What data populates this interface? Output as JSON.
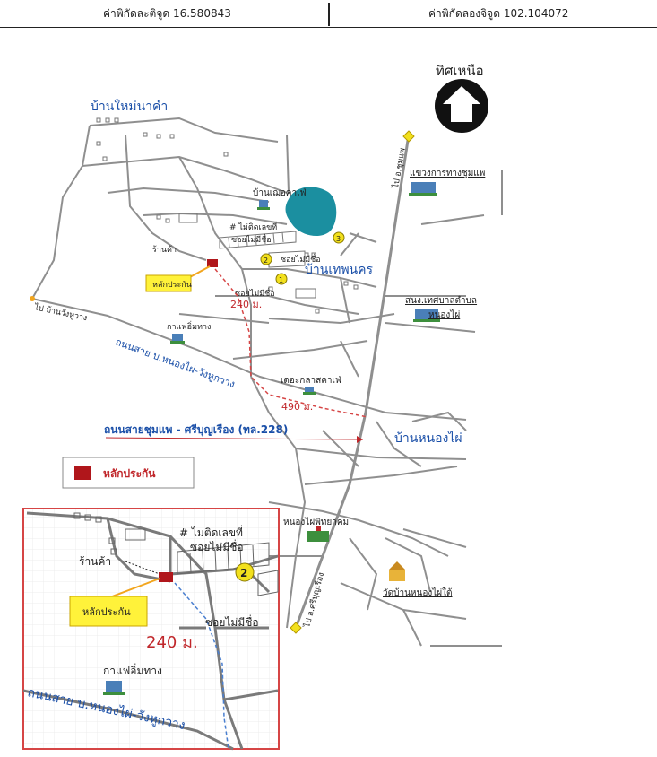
{
  "header": {
    "latitude": "ค่าพิกัดละติจูด 16.580843",
    "longitude": "ค่าพิกัดลองจิจูด 102.104072"
  },
  "map": {
    "north_label": "ทิศเหนือ",
    "villages": {
      "ban_mai_na_kham": "บ้านใหม่นาคำ",
      "ban_thep_nakhon": "บ้านเทพนคร",
      "ban_nong_phai": "บ้านหนองไผ่"
    },
    "places": {
      "ban_moei_cafe": "บ้านเฌอคาเฟ่",
      "highway_office": "แขวงการทางชุมแพ",
      "sao_office": "สนง.เทศบาลตำบล",
      "sao_office_2": "หนองไผ่",
      "dekor_cafe": "เดอะกลาสคาเฟ่",
      "cafe_im_thang": "กาแฟอิ่มทาง",
      "shop": "ร้านค้า",
      "school": "หนองไผ่พิทยาคม",
      "temple": "วัดบ้านหนองไผ่ใต้",
      "no_house_number": "# ไม่ติดเลขที่",
      "unnamed_soi": "ซอยไม่มีชื่อ"
    },
    "roads": {
      "to_chumphae_top": "ไป อ.ชุมแพ",
      "to_si_bun_rueang": "ไป อ.ศรีบุญเรือง",
      "to_ban_wang_hu": "ไป บ้านวังหูวาง",
      "road_nongphai_wanghu": "ถนนสาย บ.หนองไผ่-วังหูกวาง",
      "road_main": "ถนนสายชุมแพ - ศรีบุญเรือง (ทล.228)"
    },
    "distances": {
      "d240": "240 ม.",
      "d490": "490 ม."
    },
    "markers": [
      "1",
      "2",
      "3"
    ],
    "marker_label": "หลักประกัน",
    "legend_label": "หลักประกัน",
    "colors": {
      "road": "#8f8f8f",
      "water": "#1b8fa0",
      "blue_text": "#1a4fa8",
      "red": "#c0262a",
      "marker": "#f2e01d",
      "dashed": "#d64545"
    }
  },
  "inset": {
    "no_house_number": "# ไม่ติดเลขที่",
    "unnamed_soi_top": "ซอยไม่มีชื่อ",
    "shop": "ร้านค้า",
    "marker_label": "หลักประกัน",
    "distance": "240 ม.",
    "unnamed_soi": "ซอยไม่มีชื่อ",
    "cafe": "กาแฟอิ่มทาง",
    "road": "ถนนสาย บ.หนองไผ่-วังหูกวาง",
    "marker": "2"
  }
}
